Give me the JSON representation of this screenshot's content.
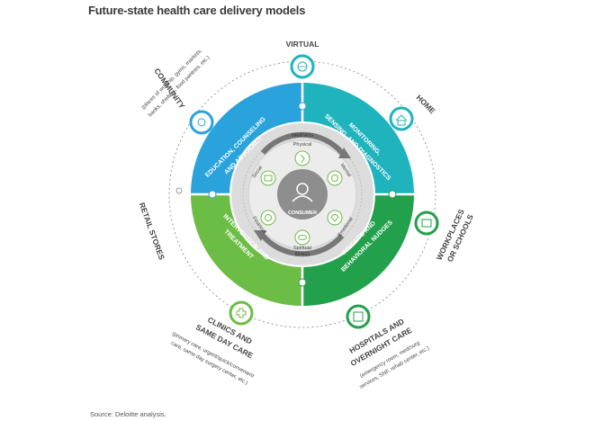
{
  "title": "Future-state health care delivery models",
  "source": "Source: Deloitte analysis.",
  "center": {
    "label": "CONSUMER"
  },
  "ring_labels": {
    "wellness": "Wellness",
    "illness": "Illness",
    "physical": "Physical",
    "mental": "Mental",
    "emotional": "Emotional",
    "spiritual": "Spiritual",
    "financial": "Financial",
    "social": "Social"
  },
  "quadrants": {
    "q1": "EDUCATION, COUNSELING",
    "q1b": "AND ADVOCACY",
    "q2": "MONITORING,",
    "q2b": "SENSING, AND DIAGNOSTICS",
    "q3": "INTERVENTION AND",
    "q3b": "TREATMENT",
    "q4": "INSIGHTS AND",
    "q4b": "BEHAVIORAL NUDGES"
  },
  "settings": {
    "virtual": "VIRTUAL",
    "home": "HOME",
    "community": "COMMUNITY",
    "community_sub1": "(places of worship, gyms, markets,",
    "community_sub2": "banks, shelters, food pantries, etc.)",
    "retail": "RETAIL STORES",
    "workplaces1": "WORKPLACES",
    "workplaces2": "OR SCHOOLS",
    "clinics1": "CLINICS AND",
    "clinics2": "SAME DAY CARE",
    "clinics_sub1": "(primary care, urgent/quick/convenient",
    "clinics_sub2": "care, same day surgery center, etc.)",
    "hospitals1": "HOSPITALS AND",
    "hospitals2": "OVERNIGHT CARE",
    "hospitals_sub1": "(emergency room, med/surg",
    "hospitals_sub2": "services, SNF, rehab center, etc.)"
  },
  "colors": {
    "blue": "#2aa3dc",
    "teal": "#1fb3bd",
    "green_light": "#6cbd45",
    "green_dark": "#22a04b",
    "gray_ring": "#d4d4d4",
    "center": "#8e8e8e"
  },
  "icons": [
    "globe-icon",
    "home-icon",
    "community-icon",
    "retail-icon",
    "workplace-icon",
    "clinic-icon",
    "hospital-icon"
  ]
}
